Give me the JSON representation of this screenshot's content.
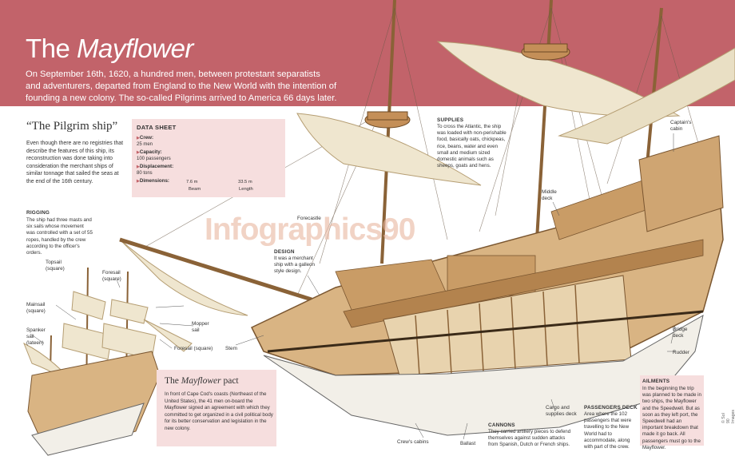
{
  "header": {
    "title_prefix": "The ",
    "title_em": "Mayflower",
    "intro": "On September 16th, 1620, a hundred men, between protestant separatists and adventurers, departed from England to the New World with the intention of founding a new colony. The so-called Pilgrims arrived to America 66 days later."
  },
  "pilgrim": {
    "heading": "“The Pilgrim ship”",
    "text": "Even though there are no registries that describe the features of this ship, its reconstruction was done taking into consideration the merchant ships of similar tonnage that sailed the seas at the end of the 16th century."
  },
  "datasheet": {
    "title": "DATA SHEET",
    "items": [
      {
        "label": "Crew:",
        "value": "25 men"
      },
      {
        "label": "Capacity:",
        "value": "100 passengers"
      },
      {
        "label": "Displacement:",
        "value": "80 tons"
      },
      {
        "label": "Dimensions:",
        "value": ""
      }
    ],
    "beam_value": "7.6 m",
    "beam_label": "Beam",
    "length_value": "33.5 m",
    "length_label": "Length"
  },
  "rigging": {
    "title": "RIGGING",
    "text": "The ship had three masts and six sails whose movement was controlled with a set of 55 ropes, handled by the crew according to the officer's orders."
  },
  "sail_labels": {
    "topsail": "Topsail (square)",
    "foresail_top": "Foresail (square)",
    "mainsail": "Mainsail (square)",
    "spanker": "Spanker sail (lateen)",
    "mopper": "Mopper sail",
    "foresail_bottom": "Foresail (square)"
  },
  "ship_labels": {
    "forecastle": "Forecastle",
    "stem": "Stem",
    "middle_deck": "Middle deck",
    "captains_cabin": "Captain's cabin",
    "bridge_deck": "Bridge deck",
    "rudder": "Rudder",
    "cargo": "Cargo and supplies deck",
    "crews_cabins": "Crew's cabins",
    "ballast": "Ballast"
  },
  "design_note": {
    "title": "DESIGN",
    "text": "It was a merchant ship with a galleon style design."
  },
  "supplies": {
    "title": "SUPPLIES",
    "text": "To cross the Atlantic, the ship was loaded with non-perishable food, basically oats, chickpeas, rice, beans, water and even small and medium sized domestic animals such as sheeps, goats and hens."
  },
  "cannons": {
    "title": "CANNONS",
    "text": "They carried artillery pieces to defend themselves against sudden attacks from Spanish, Dutch or French ships."
  },
  "passengers": {
    "title": "PASSENGERS DECK",
    "text": "Area where the 102 passengers that were travelling to the New World had to accommodate, along with part of the crew."
  },
  "ailments": {
    "title": "AILMENTS",
    "text": "In the beginning the trip was planned to be made in two ships, the Mayflower and the Speedwell. But as soon as they left port, the Speedwell had an important breakdown that made it go back. All passengers must go to the Mayflower."
  },
  "pact": {
    "title_prefix": "The ",
    "title_em": "Mayflower",
    "title_suffix": " pact",
    "text": "In front of Cape Cod's coasts (Northeast of the United States), the 41 men on-board the Mayflower signed an agreement with which they committed to get organized in a civil political body for its better conservation and legislation in the new colony."
  },
  "watermark": "Infographics90",
  "copyright": "© Sol 90 Images",
  "colors": {
    "accent": "#c2636a",
    "panel": "#f6dede",
    "wood": "#d9b483",
    "hull_white": "#f2efe8",
    "sail": "#efe6cf"
  }
}
